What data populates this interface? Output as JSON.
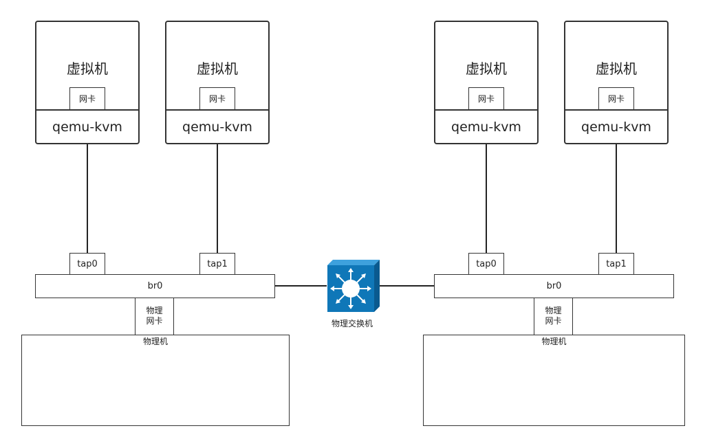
{
  "vm_label": "虚拟机",
  "vnic_label": "网卡",
  "hypervisor_label": "qemu-kvm",
  "bridge_label": "br0",
  "phys_nic_line1": "物理",
  "phys_nic_line2": "网卡",
  "host_label": "物理机",
  "switch_label": "物理交换机",
  "taps": [
    "tap0",
    "tap1"
  ],
  "hosts": [
    {
      "vms": [
        {
          "tap": "tap0"
        },
        {
          "tap": "tap1"
        }
      ]
    },
    {
      "vms": [
        {
          "tap": "tap0"
        },
        {
          "tap": "tap1"
        }
      ]
    }
  ],
  "colors": {
    "switch_front": "#0f77b8",
    "switch_top": "#3ea1dd",
    "switch_side": "#0a5a8f",
    "line": "#222222"
  }
}
